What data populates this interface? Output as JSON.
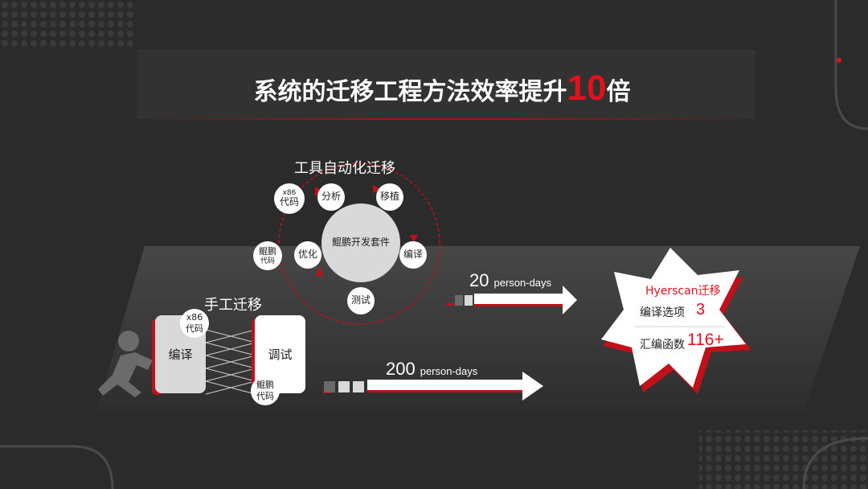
{
  "title": {
    "prefix": "系统的迁移工程方法效率提升",
    "highlight": "10",
    "suffix": "倍"
  },
  "auto": {
    "heading": "工具自动化迁移",
    "center": "鲲鹏开发套件",
    "steps": [
      "分析",
      "移植",
      "编译",
      "测试",
      "优化"
    ],
    "input_top": "x86",
    "input_bottom": "代码",
    "output_top": "鲲鹏",
    "output_bottom": "代码",
    "effort_value": "20",
    "effort_unit": "person-days"
  },
  "manual": {
    "heading": "手工迁移",
    "left_box": "编译",
    "right_box": "调试",
    "input_top": "x86",
    "input_bottom": "代码",
    "output_top": "鲲鹏",
    "output_bottom": "代码",
    "effort_value": "200",
    "effort_unit": "person-days"
  },
  "result": {
    "title": "Hyerscan迁移",
    "row1_label": "编译选项",
    "row1_value": "3",
    "row2_label": "汇编函数",
    "row2_value": "116+"
  },
  "colors": {
    "accent": "#e3101e",
    "background": "#2b2b2b"
  }
}
